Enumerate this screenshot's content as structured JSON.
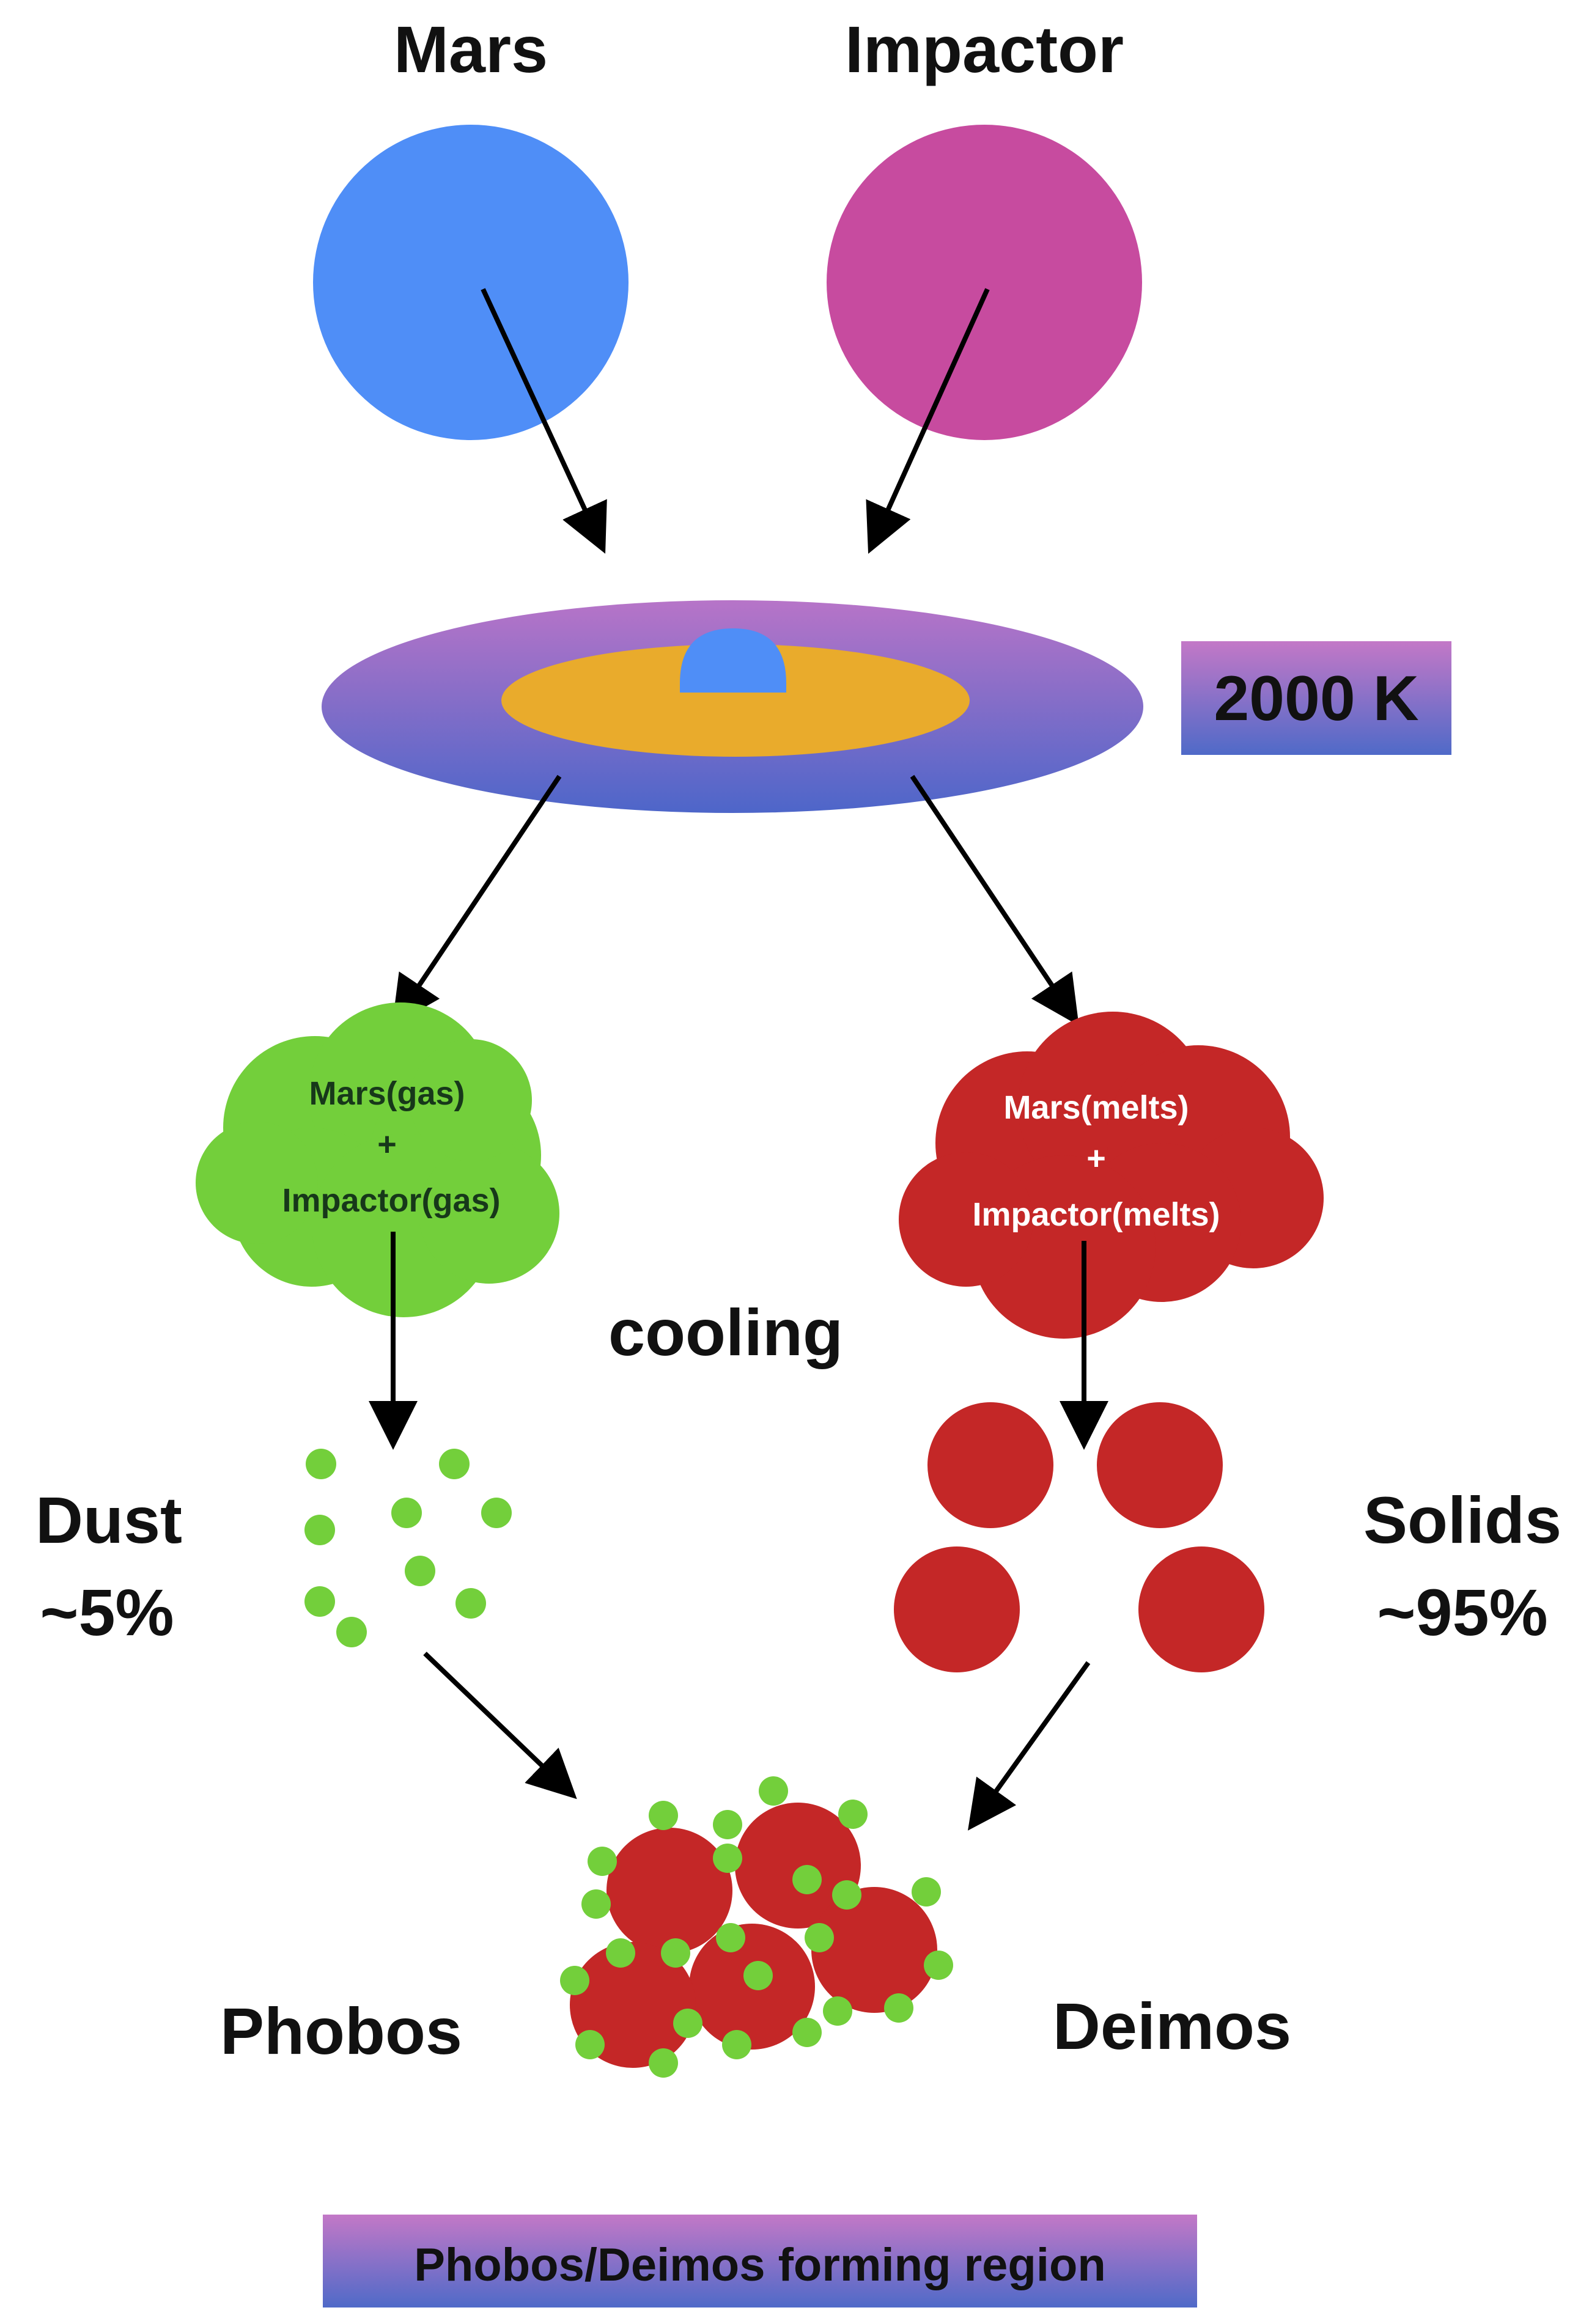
{
  "title_mars": "Mars",
  "title_impactor": "Impactor",
  "temperature": "2000 K",
  "gas_cloud": {
    "line1": "Mars(gas)",
    "line2": "+",
    "line3": "Impactor(gas)"
  },
  "melt_cloud": {
    "line1": "Mars(melts)",
    "line2": "+",
    "line3": "Impactor(melts)"
  },
  "process": "cooling",
  "dust": {
    "label": "Dust",
    "fraction": "~5%"
  },
  "solids": {
    "label": "Solids",
    "fraction": "~95%"
  },
  "moon_left": "Phobos",
  "moon_right": "Deimos",
  "region": "Phobos/Deimos forming region",
  "colors": {
    "mars": "#4f8ef7",
    "impactor": "#c74b9f",
    "disk_top": "#b774c8",
    "disk_bottom": "#4d66c9",
    "disk_core": "#e9ab2c",
    "gas": "#73cf3b",
    "melt": "#c42727",
    "arrow": "#000000"
  }
}
